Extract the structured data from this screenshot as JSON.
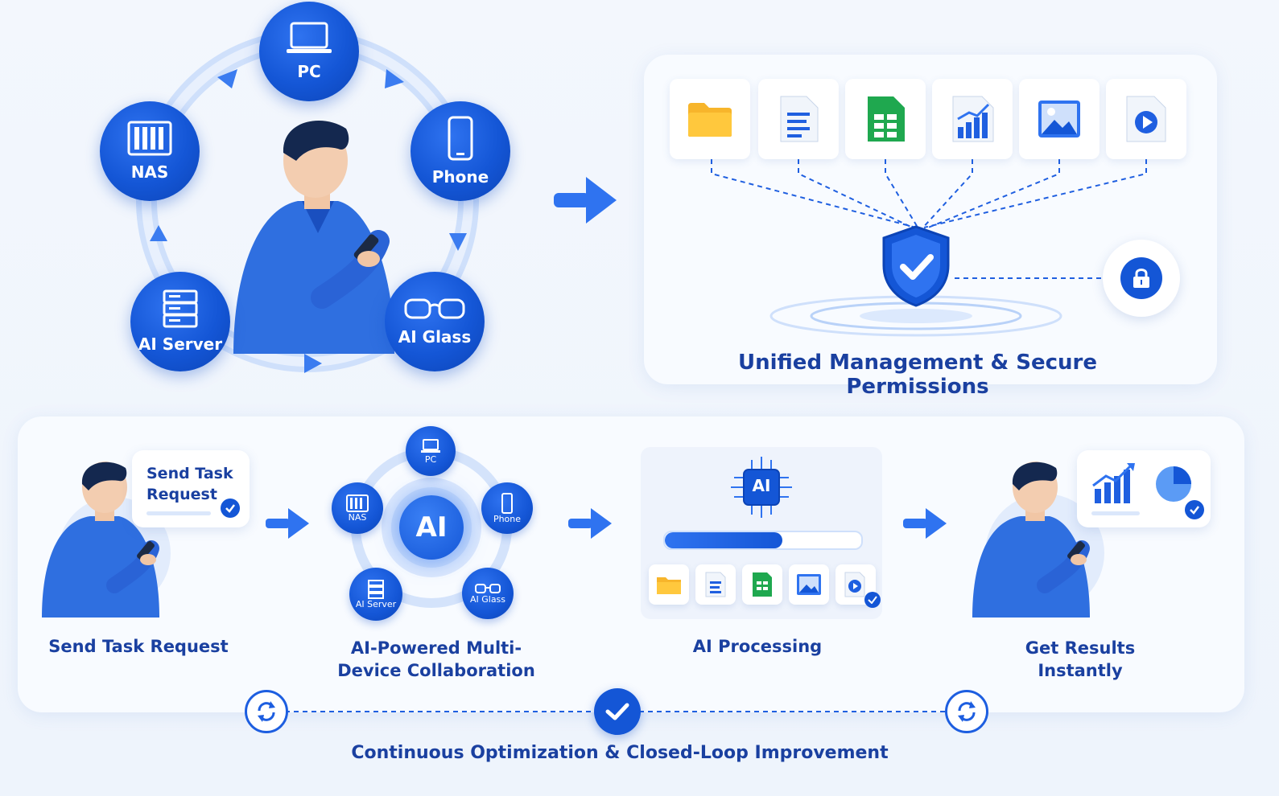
{
  "top_left": {
    "nodes": [
      {
        "key": "pc",
        "label": "PC",
        "icon": "laptop-icon"
      },
      {
        "key": "phone",
        "label": "Phone",
        "icon": "phone-icon"
      },
      {
        "key": "ai_glass",
        "label": "AI Glass",
        "icon": "glasses-icon"
      },
      {
        "key": "ai_server",
        "label": "AI Server",
        "icon": "server-icon"
      },
      {
        "key": "nas",
        "label": "NAS",
        "icon": "nas-icon"
      }
    ]
  },
  "top_right": {
    "files": [
      {
        "key": "folder",
        "icon": "folder-icon"
      },
      {
        "key": "document",
        "icon": "document-icon"
      },
      {
        "key": "spreadsheet",
        "icon": "spreadsheet-icon"
      },
      {
        "key": "chart",
        "icon": "chart-icon"
      },
      {
        "key": "image",
        "icon": "image-icon"
      },
      {
        "key": "video",
        "icon": "video-icon"
      }
    ],
    "caption": "Unified Management & Secure Permissions"
  },
  "workflow": {
    "step1": {
      "bubble": "Send Task Request",
      "caption": "Send Task Request"
    },
    "step2": {
      "center": "AI",
      "nodes": [
        {
          "key": "pc",
          "label": "PC"
        },
        {
          "key": "phone",
          "label": "Phone"
        },
        {
          "key": "ai_glass",
          "label": "AI Glass"
        },
        {
          "key": "ai_server",
          "label": "AI Server"
        },
        {
          "key": "nas",
          "label": "NAS"
        }
      ],
      "caption": "AI-Powered Multi-Device Collaboration"
    },
    "step3": {
      "chip": "AI",
      "caption": "AI Processing",
      "progress": 0.6
    },
    "step4": {
      "caption": "Get Results Instantly"
    }
  },
  "footer": {
    "caption": "Continuous Optimization & Closed-Loop Improvement"
  },
  "colors": {
    "primary": "#1456d6",
    "accent": "#2f73f0",
    "text": "#1a40a0"
  }
}
